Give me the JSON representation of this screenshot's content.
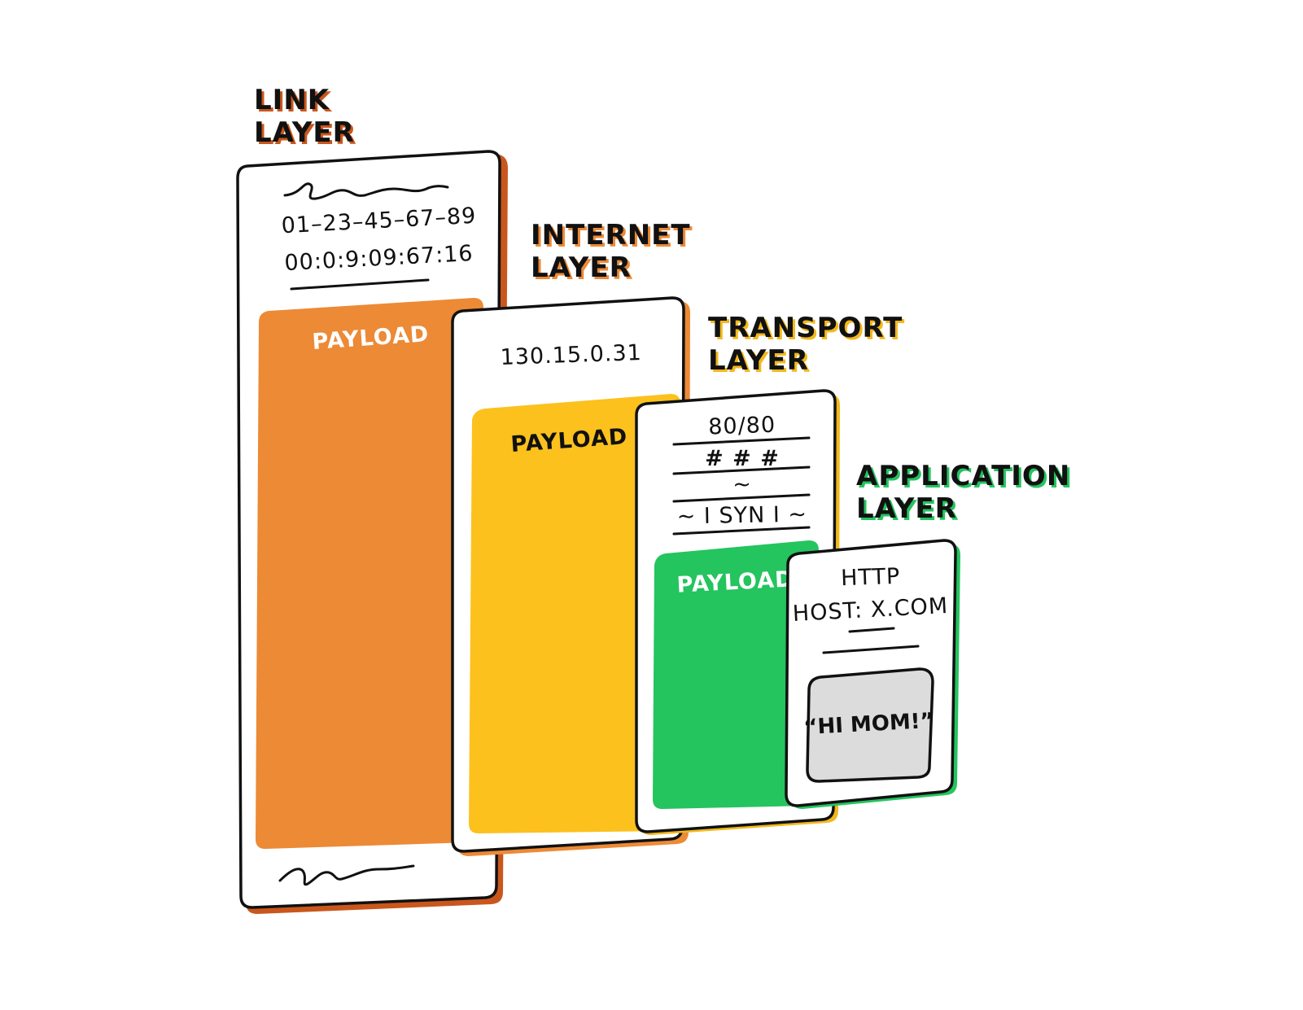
{
  "colors": {
    "link": "#ec8a36",
    "link_shadow": "#c9571d",
    "internet": "#fcc11d",
    "transport_shadow": "#f2b81c",
    "application": "#24c45f",
    "message_bg": "#dcdcdc",
    "ink": "#111111",
    "paper": "#ffffff"
  },
  "layers": {
    "link": {
      "title_line1": "LINK",
      "title_line2": "LAYER",
      "mac_1": "01–23–45–67–89",
      "mac_2": "00:0:9:09:67:16",
      "payload": "PAYLOAD"
    },
    "internet": {
      "title_line1": "INTERNET",
      "title_line2": "LAYER",
      "ip": "130.15.0.31",
      "payload": "PAYLOAD"
    },
    "transport": {
      "title_line1": "TRANSPORT",
      "title_line2": "LAYER",
      "ports": "80/80",
      "hashes": "# # #",
      "tilde": "~",
      "syn": "~ I SYN I ~",
      "payload": "PAYLOAD"
    },
    "application": {
      "title_line1": "APPLICATION",
      "title_line2": "LAYER",
      "protocol": "HTTP",
      "host": "HOST: X.COM",
      "message": "“HI MOM!”"
    }
  }
}
